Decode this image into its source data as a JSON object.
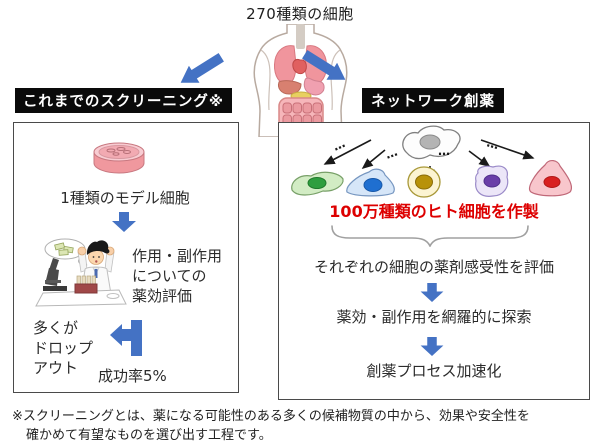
{
  "title": "270種類の細胞",
  "left": {
    "header": "これまでのスクリーニング※",
    "model_cell": "1種類のモデル細胞",
    "evaluation": "作用・副作用\nについての\n薬効評価",
    "dropout": "多くが\nドロップ\nアウト",
    "success_rate": "成功率5%"
  },
  "right": {
    "header": "ネットワーク創薬",
    "create_cells": "100万種類のヒト細胞を作製",
    "step_evaluate": "それぞれの細胞の薬剤感受性を評価",
    "step_explore": "薬効・副作用を網羅的に探索",
    "step_accelerate": "創薬プロセス加速化",
    "ellipsis": "…"
  },
  "footnote": {
    "line1": "※スクリーニングとは、薬になる可能性のある多くの候補物質の中から、効果や安全性を",
    "line2": "確かめて有望なものを選び出す工程です。"
  },
  "colors": {
    "accent_blue": "#4472c4",
    "highlight_red": "#dd0000",
    "header_bg": "#0a0a0a",
    "header_text": "#ffffff",
    "box_border": "#4a4a4a",
    "cell_nucleus": {
      "stem": "#b4b4b4",
      "green": "#2f9e3f",
      "blue": "#1f6fd0",
      "yellow": "#b8920a",
      "purple": "#6a3fa8",
      "red": "#d82020"
    }
  },
  "icons": {
    "body": "human-torso-with-organs",
    "dish": "petri-dish",
    "scientist": "frustrated-researcher-with-microscope",
    "stem_cell": "gray-stem-cell",
    "derived_cells": [
      "green-cell",
      "blue-cell",
      "yellow-cell",
      "purple-cell",
      "red-cell"
    ],
    "brace": "curly-brace-down"
  }
}
